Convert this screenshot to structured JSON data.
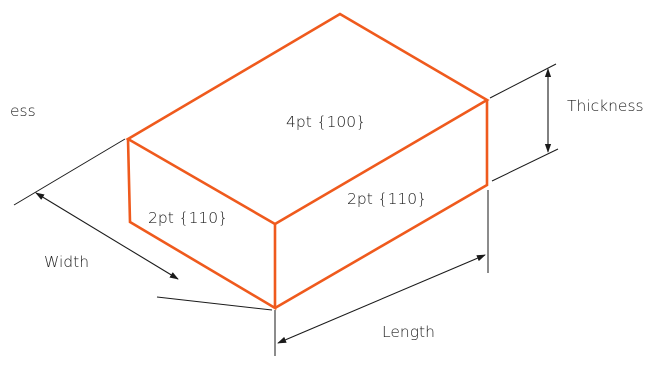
{
  "faces": {
    "top": "4pt {100}",
    "front": "2pt {110}",
    "side": "2pt {110}"
  },
  "dimensions": {
    "thickness": "Thickness",
    "width": "Width",
    "length": "Length",
    "cut_off_label": "ess"
  },
  "colors": {
    "edge": "#ef5a1d",
    "line": "#1a1a1a",
    "text": "#222222"
  }
}
